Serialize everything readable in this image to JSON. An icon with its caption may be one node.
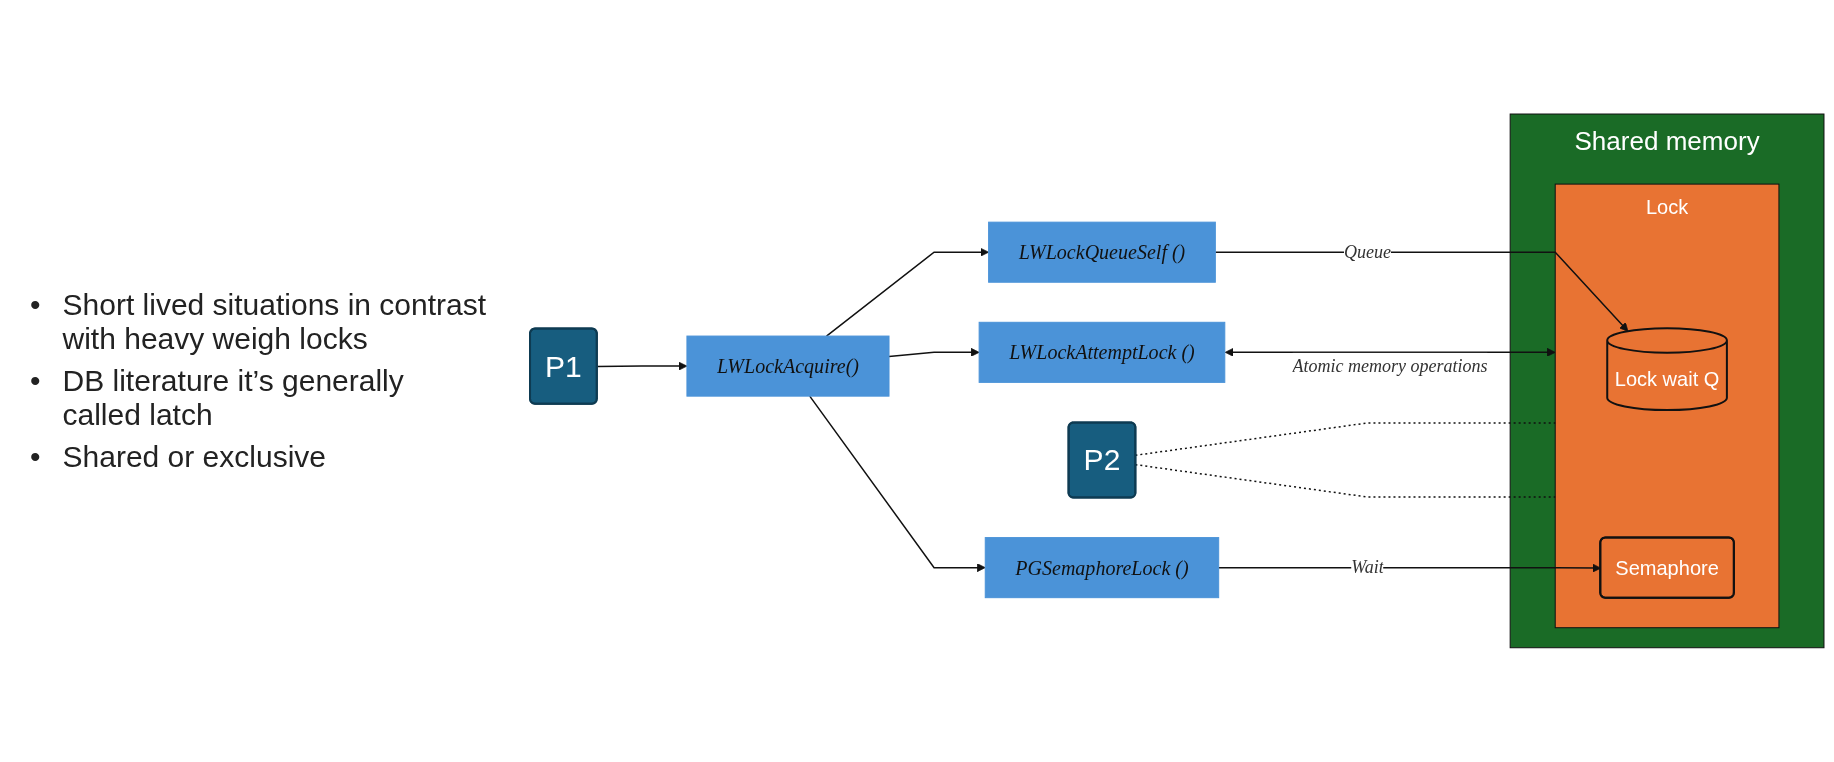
{
  "diagram": {
    "nodes": [
      {
        "text": [
          "P1"
        ]
      },
      {
        "text": [
          "LWLockAcquire()"
        ]
      },
      {
        "text": [
          "LWLockQueueSelf ()"
        ]
      },
      {
        "text": [
          "LWLockAttemptLock ()"
        ]
      },
      {
        "text": [
          "PGSemaphoreLock ()"
        ]
      },
      {
        "text": [
          "Shared memory"
        ]
      },
      {
        "text": [
          "Lock"
        ],
        "in": 5
      },
      {
        "text": [
          "Lock wait Q"
        ],
        "in": 6
      },
      {
        "text": [
          "Semaphore"
        ],
        "in": 6
      },
      {
        "text": [
          "P2"
        ]
      }
    ],
    "edges": [
      {
        "from": 0,
        "to": 1,
        "arrow": "to"
      },
      {
        "from": 1,
        "to": 2,
        "arrow": "to"
      },
      {
        "from": 1,
        "to": 3,
        "arrow": "to"
      },
      {
        "from": 1,
        "to": 4,
        "arrow": "to"
      },
      {
        "from": 2,
        "to": 7,
        "arrow": "to",
        "label": "Queue"
      },
      {
        "from": 3,
        "to": 6,
        "arrow": "both",
        "label": "Atomic memory operations"
      },
      {
        "from": 4,
        "to": 8,
        "arrow": "to",
        "label": "Wait"
      },
      {
        "from": 9,
        "to": 6,
        "arrow": "none",
        "style": "dashed"
      },
      {
        "from": 9,
        "to": 6,
        "arrow": "none",
        "style": "dashed"
      }
    ],
    "labels": [
      "•",
      "Short lived situations in contrast with heavy weigh locks",
      "•",
      "DB literature it’s generally called latch",
      "•",
      "Shared or exclusive"
    ]
  }
}
